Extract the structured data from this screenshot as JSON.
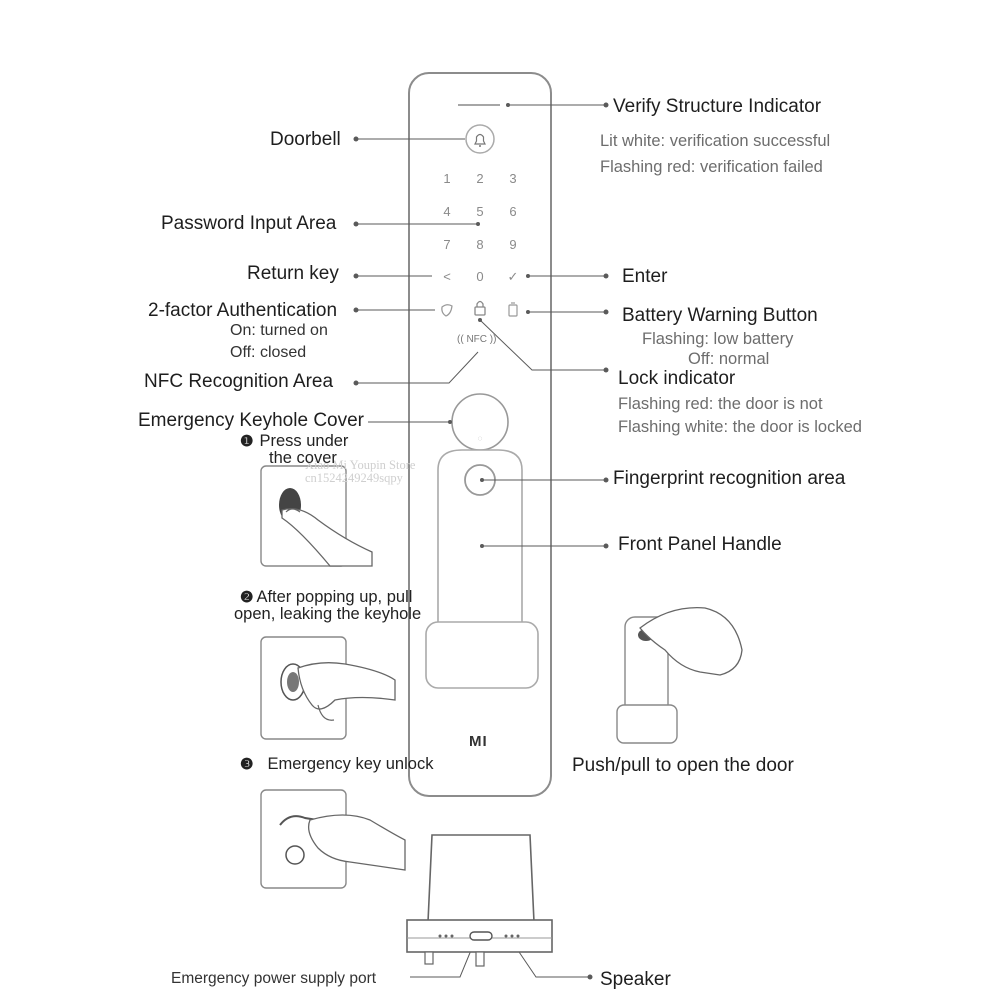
{
  "callouts": {
    "verify_indicator": "Verify Structure Indicator",
    "verify_lit": "Lit white: verification successful",
    "verify_flash": "Flashing red: verification failed",
    "doorbell": "Doorbell",
    "password_area": "Password Input Area",
    "return_key": "Return key",
    "enter": "Enter",
    "two_factor": "2-factor Authentication",
    "two_factor_on": "On: turned on",
    "two_factor_off": "Off: closed",
    "battery": "Battery Warning Button",
    "battery_flash": "Flashing: low battery",
    "battery_off": "Off: normal",
    "nfc_area": "NFC Recognition Area",
    "lock_indicator": "Lock indicator",
    "lock_red": "Flashing red: the door is not",
    "lock_white": "Flashing white: the door is locked",
    "keyhole_cover": "Emergency Keyhole Cover",
    "fingerprint": "Fingerprint recognition area",
    "handle": "Front Panel Handle",
    "push_pull": "Push/pull to open the door",
    "power_port": "Emergency power supply port",
    "speaker": "Speaker"
  },
  "steps": [
    {
      "num": "❶",
      "line1": "Press under",
      "line2": "the cover"
    },
    {
      "num": "❷",
      "line1": "After popping up, pull",
      "line2": "open, leaking the keyhole"
    },
    {
      "num": "❸",
      "line1": "Emergency key unlock",
      "line2": ""
    }
  ],
  "keypad": [
    "1",
    "2",
    "3",
    "4",
    "5",
    "6",
    "7",
    "8",
    "9",
    "<",
    "0",
    "✓"
  ],
  "device": {
    "nfc_label": "(( NFC ))",
    "logo": "MI"
  },
  "watermark": {
    "line1": "Xiao Mi Youpin Store",
    "line2": "cn1524249249sqpy"
  },
  "colors": {
    "line": "#5a5a5a",
    "outline": "#8c8c8c",
    "subtext": "#6d6d6d"
  }
}
